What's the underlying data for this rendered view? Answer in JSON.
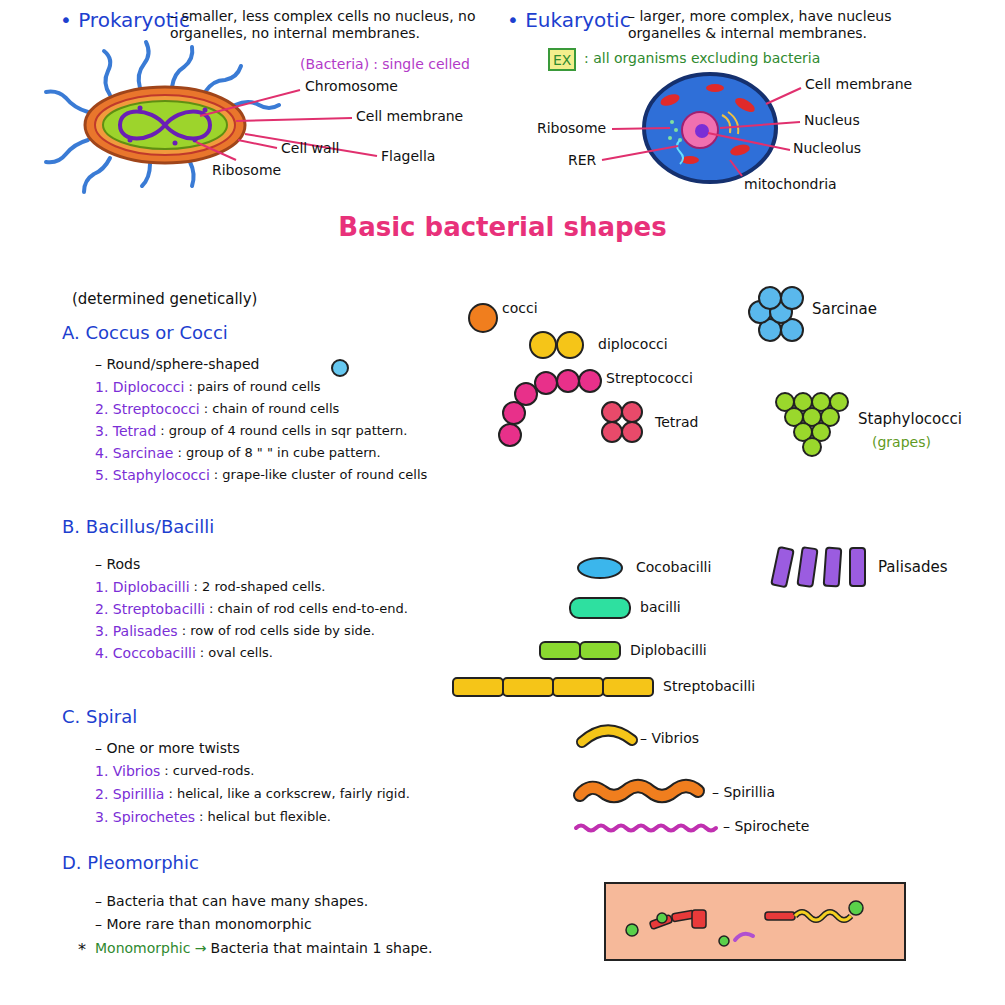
{
  "diagram": {
    "title": "Basic bacterial shapes",
    "nodes": [
      {
        "text": [
          "EX"
        ]
      }
    ],
    "labels": [
      "• Prokaryotic",
      "– smaller, less complex cells no nucleus, no organelles, no internal membranes.",
      "(Bacteria)",
      ": single celled",
      "Chromosome",
      "Cell membrane",
      "Cell wall",
      "Flagella",
      "Ribosome",
      "• Eukaryotic",
      "– larger, more complex, have nucleus organelles & internal membranes.",
      ": all organisms excluding bacteria",
      "Cell membrane",
      "Ribosome",
      "RER",
      "Nucleus",
      "Nucleolus",
      "mitochondria",
      "(determined genetically)",
      "A. Coccus or Cocci",
      "– Round/sphere-shaped",
      "1. Diplococci",
      ": pairs of round cells",
      "2. Streptococci",
      ": chain of round cells",
      "3. Tetrad",
      ": group of 4 round cells in sqr pattern.",
      "4. Sarcinae",
      ": group of 8 \" \" in cube pattern.",
      "5. Staphylococci",
      ": grape-like cluster of round cells",
      "cocci",
      "diplococci",
      "Streptococci",
      "Tetrad",
      "Sarcinae",
      "Staphylococci",
      "(grapes)",
      "B. Bacillus/Bacilli",
      "– Rods",
      "1. Diplobacilli",
      ": 2 rod-shaped cells.",
      "2. Streptobacilli",
      ": chain of rod cells end-to-end.",
      "3. Palisades",
      ": row of rod cells side by side.",
      "4. Coccobacilli",
      ": oval cells.",
      "Cocobacilli",
      "bacilli",
      "Diplobacilli",
      "Streptobacilli",
      "Palisades",
      "C. Spiral",
      "– One or more twists",
      "1. Vibrios",
      ": curved-rods.",
      "2. Spirillia",
      ": helical, like a corkscrew, fairly rigid.",
      "3. Spirochetes",
      ": helical but flexible.",
      "– Vibrios",
      "– Spirillia",
      "– Spirochete",
      "D. Pleomorphic",
      "– Bacteria that can have many shapes.",
      "– More rare than monomorphic",
      "*",
      "Monomorphic →",
      "Bacteria that maintain 1 shape."
    ]
  }
}
